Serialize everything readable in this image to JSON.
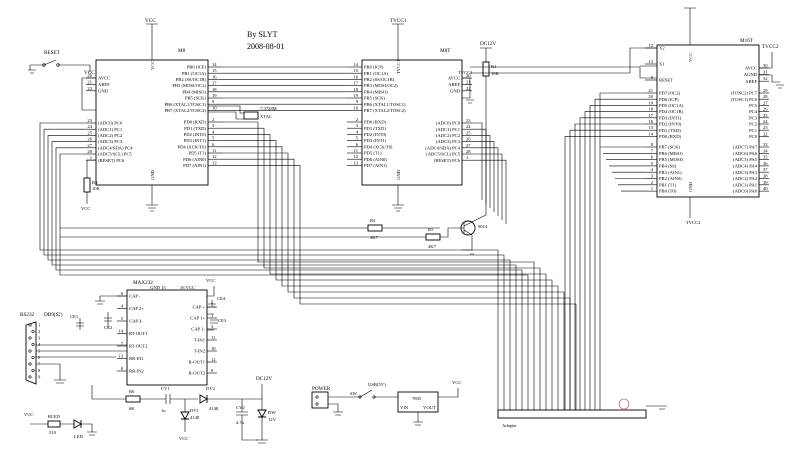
{
  "header": {
    "author": "By   SLYT",
    "date": "2008-08-01"
  },
  "chips": {
    "m8": {
      "name": "M8",
      "left_top": [
        "AVCC",
        "AREF",
        "GND"
      ],
      "left_top_pins": [
        "20",
        "21",
        "22"
      ],
      "left_bottom": [
        "(ADC0) PC0",
        "(ADC1) PC1",
        "(ADC2) PC2",
        "(ADC3) PC3",
        "(ADC4/SDA) PC4",
        "(ADC5/SCL) PC5",
        "(RESET) PC6"
      ],
      "left_bottom_pins": [
        "23",
        "24",
        "25",
        "26",
        "27",
        "28",
        "1"
      ],
      "right_top": [
        "PB0 (ICP)",
        "PB1 (OC1A)",
        "PB2 (SS/OC1B)",
        "PB3 (MOSI/OC2)",
        "PB4 (MISO)",
        "PB5 (SCK)",
        "PB6 (XTAL1/TOSC1)",
        "PB7 (XTAL2/TOSC2)"
      ],
      "right_top_pins": [
        "14",
        "15",
        "16",
        "17",
        "18",
        "19",
        "9",
        "10"
      ],
      "right_bottom": [
        "PD0 (RXD)",
        "PD1 (TXD)",
        "PD2 (INT0)",
        "PD3 (INT1)",
        "PD4 (XCK/T0)",
        "PD5 (T1)",
        "PD6 (AIN0)",
        "PD7 (AIN1)"
      ],
      "right_bottom_pins": [
        "2",
        "3",
        "4",
        "5",
        "6",
        "11",
        "12",
        "13"
      ],
      "vcc": "VCC",
      "gnd": "GND"
    },
    "m8t": {
      "name": "M8T",
      "left_top": [
        "PB0 (ICP)",
        "PB1 (OC1A)",
        "PB2 (SS/OC1B)",
        "PB3 (MOSI/OC2)",
        "PB4 (MISO)",
        "PB5 (SCK)",
        "PB6 (XTAL1/TOSC1)",
        "PB7 (XTAL2/TOSC2)"
      ],
      "left_top_pins": [
        "14",
        "15",
        "16",
        "17",
        "18",
        "19",
        "9",
        "10"
      ],
      "left_bottom": [
        "PD0 (RXD)",
        "PD1 (TXD)",
        "PD2 (INT0)",
        "PD3 (INT1)",
        "PD4 (XCK/T0)",
        "PD5 (T1)",
        "PD6 (AIN0)",
        "PD7 (AIN1)"
      ],
      "left_bottom_pins": [
        "2",
        "3",
        "4",
        "5",
        "6",
        "11",
        "12",
        "13"
      ],
      "right_top": [
        "AVCC",
        "AREF",
        "GND"
      ],
      "right_top_pins": [
        "20",
        "21",
        "22"
      ],
      "right_bottom": [
        "(ADC0) PC0",
        "(ADC1) PC1",
        "(ADC2) PC2",
        "(ADC3) PC3",
        "(ADC4/SDA) PC4",
        "(ADC5/SCL) PC5",
        "(RESET) PC6"
      ],
      "right_bottom_pins": [
        "23",
        "24",
        "25",
        "26",
        "27",
        "28",
        "1"
      ],
      "vcc": "TVCC1",
      "gnd": "GND"
    },
    "m16t": {
      "name": "M16T",
      "left_top": [
        "X2",
        "X1",
        "RESET"
      ],
      "left_top_pins": [
        "12",
        "13",
        "9"
      ],
      "left_mid": [
        "PD7 (OC2)",
        "PD6 (ICP)",
        "PD5 (OC1A)",
        "PD4 (OC1B)",
        "PD3 (INT1)",
        "PD2 (INT0)",
        "PD1 (TXD)",
        "PD0 (RXD)"
      ],
      "left_mid_pins": [
        "21",
        "20",
        "19",
        "18",
        "17",
        "16",
        "15",
        "14"
      ],
      "left_bottom": [
        "PB7 (SCK)",
        "PB6 (MISO)",
        "PB5 (MOSI)",
        "PB4 (SS)",
        "PB3 (AIN1)",
        "PB2 (AIN0)",
        "PB1 (T1)",
        "PB0 (T0)"
      ],
      "left_bottom_pins": [
        "8",
        "7",
        "6",
        "5",
        "4",
        "3",
        "2",
        "1"
      ],
      "right_top": [
        "AVCC",
        "AGND",
        "AREF"
      ],
      "right_top_pins": [
        "30",
        "31",
        "32"
      ],
      "right_mid": [
        "(TOSC2) PC7",
        "(TOSC1) PC6",
        "PC5",
        "PC4",
        "PC3",
        "PC2",
        "PC1",
        "PC0"
      ],
      "right_mid_pins": [
        "29",
        "28",
        "27",
        "26",
        "25",
        "24",
        "23",
        "22"
      ],
      "right_bottom": [
        "(ADC7) PA7",
        "(ADC6) PA6",
        "(ADC5) PA5",
        "(ADC4) PA4",
        "(ADC3) PA3",
        "(ADC2) PA2",
        "(ADC1) PA1",
        "(ADC0) PA0"
      ],
      "right_bottom_pins": [
        "33",
        "34",
        "35",
        "36",
        "37",
        "38",
        "39",
        "40"
      ],
      "vcc": "VCC",
      "gnd": "GND",
      "vcc_bottom": "TVCC2",
      "vcc_top": "TVCC2"
    },
    "max232": {
      "name": "MAX232",
      "left": [
        "CAP -",
        "CAP 2+",
        "CAP 3-",
        "RT-OUT1",
        "RT-OUT2",
        "RR-IN1",
        "RR-IN2"
      ],
      "left_pins": [
        "6",
        "4",
        "5",
        "14",
        "7",
        "13",
        "8"
      ],
      "right": [
        "CAP +",
        "CAP 1+",
        "CAP 1-",
        "T-IN1",
        "T-IN2",
        "R-OUT1",
        "R-OUT2"
      ],
      "right_pins": [
        "2",
        "1",
        "3",
        "11",
        "10",
        "12",
        "9"
      ],
      "top_left": "GND",
      "top_left_pin": "15",
      "top_right": "VCC",
      "top_right_pin": "16"
    }
  },
  "labels": {
    "reset": "RESET",
    "vcc": "VCC",
    "dc12v": "DC12V",
    "r1": "R1",
    "r1v": "10K",
    "r3": "R3",
    "r3v": "10K",
    "r4": "R4",
    "r4v": "4K7",
    "r5": "R5",
    "r5v": "4K7",
    "q": "9014",
    "xtal_freq": "7.3728M",
    "xtal": "XTAL",
    "tvcc1": "TVCC1",
    "tvcc2": "TVCC2",
    "rs232": "RS232",
    "db9": "DB9(公)",
    "ce1": "CE1",
    "ce2": "CE2",
    "ce3": "CE3",
    "ce4": "CE4",
    "rled": "RLED",
    "rled_v": "510",
    "led": "LED",
    "r6": "R6",
    "r6v": "6K",
    "cv1": "CV1",
    "cv1v": "1u",
    "dv1": "DV1",
    "dv1v": "4148",
    "dv2": "DV2",
    "dv2v": "4148",
    "cv2": "CV2",
    "cv2v": "4.7u",
    "dw": "DW",
    "dwv": "12V",
    "power": "POWER",
    "sw": "SW",
    "usb": "USB(5V)",
    "reg": "7805",
    "vin": "VIN",
    "vout": "VOUT",
    "adapter": "Adapter",
    "gnd": "GND"
  }
}
